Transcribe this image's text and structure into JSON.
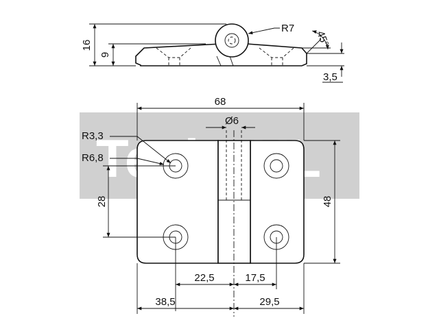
{
  "watermark": {
    "text": "TechXXL",
    "band_color": "#d0d0d0"
  },
  "side_view": {
    "dim_total_height": "16",
    "dim_leaf_height": "9",
    "dim_knuckle_radius": "R7",
    "dim_chamfer_angle": "45°",
    "dim_edge": "3,5"
  },
  "top_view": {
    "dim_width": "68",
    "dim_pin_diameter": "Ø6",
    "dim_hole_radius": "R3,3",
    "dim_counterbore_radius": "R6,8",
    "dim_hole_spacing_vertical": "28",
    "dim_height": "48",
    "dim_left_hole_offset": "22,5",
    "dim_right_hole_offset": "17,5",
    "dim_left_leaf_width": "38,5",
    "dim_right_leaf_width": "29,5"
  }
}
